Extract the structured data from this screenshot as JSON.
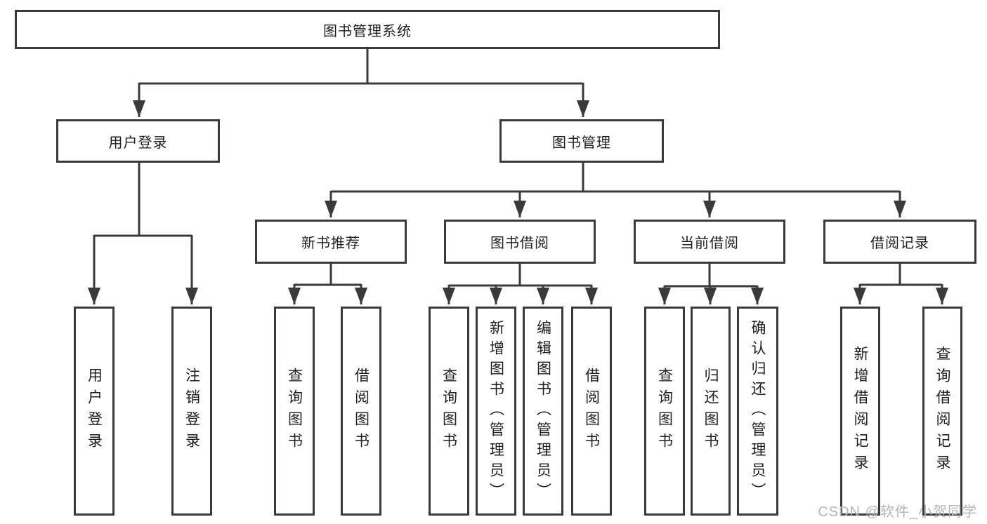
{
  "nodes": {
    "root": "图书管理系统",
    "user_login": "用户登录",
    "book_mgmt": "图书管理",
    "new_books": "新书推荐",
    "book_borrow": "图书借阅",
    "current_borrow": "当前借阅",
    "borrow_records": "借阅记录",
    "ul_login": "用户登录",
    "ul_logout": "注销登录",
    "nb_query": "查询图书",
    "nb_borrow": "借阅图书",
    "bb_query": "查询图书",
    "bb_add": "新增图书（管理员）",
    "bb_edit": "编辑图书（管理员）",
    "bb_borrow": "借阅图书",
    "cb_query": "查询图书",
    "cb_return": "归还图书",
    "cb_confirm": "确认归还（管理员）",
    "br_add": "新增借阅记录",
    "br_query": "查询借阅记录"
  },
  "edges": [
    [
      "root",
      "user_login"
    ],
    [
      "root",
      "book_mgmt"
    ],
    [
      "user_login",
      "ul_login"
    ],
    [
      "user_login",
      "ul_logout"
    ],
    [
      "book_mgmt",
      "new_books"
    ],
    [
      "book_mgmt",
      "book_borrow"
    ],
    [
      "book_mgmt",
      "current_borrow"
    ],
    [
      "book_mgmt",
      "borrow_records"
    ],
    [
      "new_books",
      "nb_query"
    ],
    [
      "new_books",
      "nb_borrow"
    ],
    [
      "book_borrow",
      "bb_query"
    ],
    [
      "book_borrow",
      "bb_add"
    ],
    [
      "book_borrow",
      "bb_edit"
    ],
    [
      "book_borrow",
      "bb_borrow"
    ],
    [
      "current_borrow",
      "cb_query"
    ],
    [
      "current_borrow",
      "cb_return"
    ],
    [
      "current_borrow",
      "cb_confirm"
    ],
    [
      "borrow_records",
      "br_add"
    ],
    [
      "borrow_records",
      "br_query"
    ]
  ],
  "colors": {
    "line": "#3a3a3a",
    "text": "#1e1e1e",
    "watermark": "#b5b5b5"
  },
  "watermark": "CSDN @软件_小贺同学"
}
